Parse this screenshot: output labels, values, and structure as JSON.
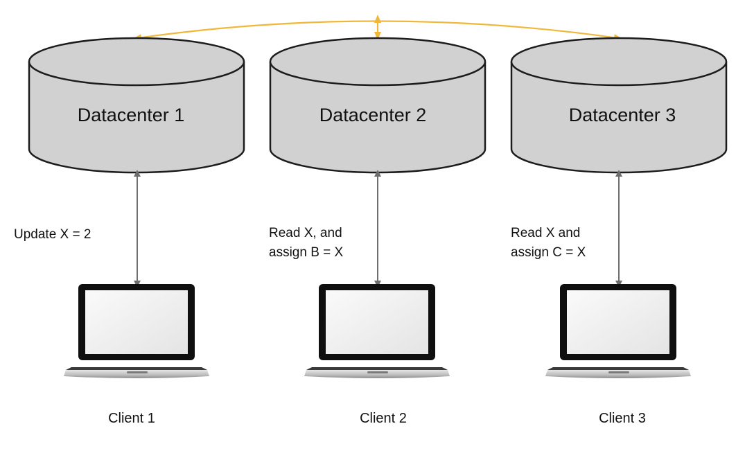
{
  "datacenters": [
    {
      "label": "Datacenter 1"
    },
    {
      "label": "Datacenter 2"
    },
    {
      "label": "Datacenter 3"
    }
  ],
  "actions": [
    {
      "lines": [
        "Update X = 2"
      ]
    },
    {
      "lines": [
        "Read X, and",
        "assign B = X"
      ]
    },
    {
      "lines": [
        "Read X and",
        "assign C = X"
      ]
    }
  ],
  "clients": [
    {
      "label": "Client 1"
    },
    {
      "label": "Client 2"
    },
    {
      "label": "Client 3"
    }
  ],
  "colors": {
    "cylinder_fill": "#d1d1d1",
    "cylinder_stroke": "#1c1c1c",
    "replication_arrow": "#f0b73a",
    "client_arrow": "#6e6e6e"
  },
  "icons": {
    "client": "laptop-icon",
    "replication": "replication-arrow",
    "connection": "bidirectional-arrow"
  }
}
